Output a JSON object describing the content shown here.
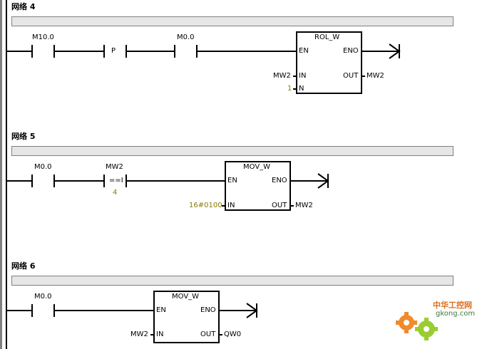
{
  "networks": [
    {
      "title": "网络 4",
      "contacts": [
        "M10.0",
        "P",
        "M0.0"
      ],
      "box": {
        "name": "ROL_W",
        "en": "EN",
        "eno": "ENO",
        "in_label": "IN",
        "n_label": "N",
        "out_label": "OUT",
        "in_value": "MW2",
        "n_value": "1",
        "out_value": "MW2"
      }
    },
    {
      "title": "网络 5",
      "contacts": [
        "M0.0",
        "MW2"
      ],
      "compare": {
        "op": "==I",
        "value": "4"
      },
      "box": {
        "name": "MOV_W",
        "en": "EN",
        "eno": "ENO",
        "in_label": "IN",
        "out_label": "OUT",
        "in_value": "16#0100",
        "out_value": "MW2"
      }
    },
    {
      "title": "网络 6",
      "contacts": [
        "M0.0"
      ],
      "box": {
        "name": "MOV_W",
        "en": "EN",
        "eno": "ENO",
        "in_label": "IN",
        "out_label": "OUT",
        "in_value": "MW2",
        "out_value": "QW0"
      }
    }
  ],
  "watermark": {
    "brand": "中华工控网",
    "site": "gkong.com"
  },
  "colors": {
    "constant": "#8a7a00",
    "comment_bg": "#e6e6e6"
  }
}
